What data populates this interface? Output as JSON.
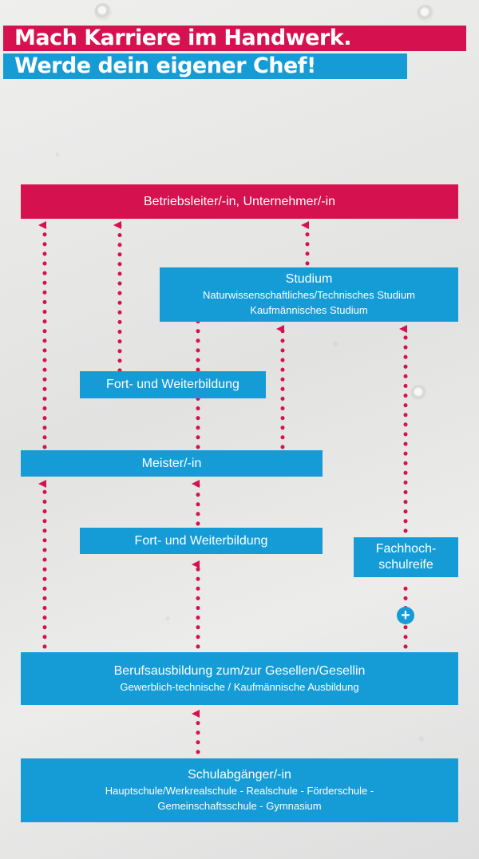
{
  "headline": {
    "line1": "Mach Karriere im Handwerk.",
    "line2": "Werde dein eigener Chef!"
  },
  "boxes": {
    "unternehmer": {
      "title": "Betriebsleiter/-in, Unternehmer/-in"
    },
    "studium": {
      "title": "Studium",
      "line1": "Naturwissenschaftliches/Technisches Studium",
      "line2": "Kaufmännisches Studium"
    },
    "fortbildung_oben": {
      "title": "Fort- und Weiterbildung"
    },
    "meister": {
      "title": "Meister/-in"
    },
    "fortbildung_unten": {
      "title": "Fort- und Weiterbildung"
    },
    "fachhochschulreife": {
      "line1": "Fachhoch-",
      "line2": "schulreife"
    },
    "berufsausbildung": {
      "title": "Berufsausbildung zum/zur Gesellen/Gesellin",
      "sub": "Gewerblich-technische / Kaufmännische Ausbildung"
    },
    "schulabgaenger": {
      "title": "Schulabgänger/-in",
      "line1": "Hauptschule/Werkrealschule - Realschule - Förderschule -",
      "line2": "Gemeinschaftsschule - Gymnasium"
    }
  },
  "symbols": {
    "plus": "+"
  },
  "colors": {
    "magenta": "#d6114f",
    "blue": "#159cd7"
  }
}
